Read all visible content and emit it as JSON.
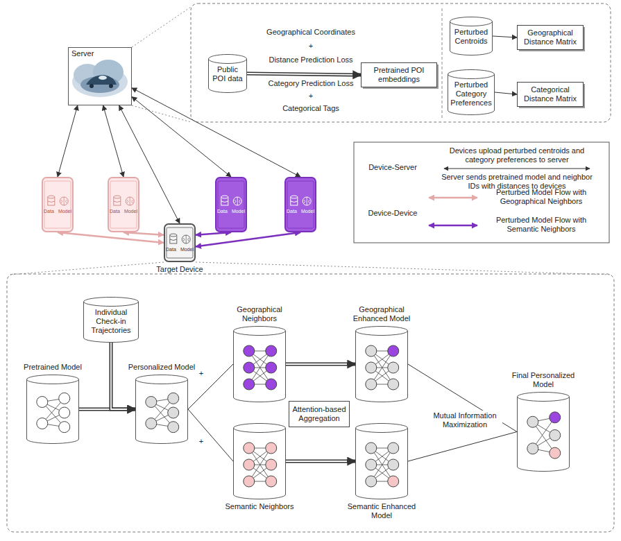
{
  "diagram": {
    "nodes": [
      {
        "text": [
          "Server"
        ]
      },
      {
        "text": [
          "Public POI data"
        ]
      },
      {
        "text": [
          "Pretrained POI embeddings"
        ]
      },
      {
        "text": [
          "Perturbed Centroids"
        ]
      },
      {
        "text": [
          "Geographical Distance Matrix"
        ]
      },
      {
        "text": [
          "Perturbed Category Preferences"
        ]
      },
      {
        "text": [
          "Categorical Distance Matrix"
        ]
      },
      {
        "text": [
          "Data",
          "Model"
        ]
      },
      {
        "text": [
          "Data",
          "Model"
        ]
      },
      {
        "text": [
          "Data",
          "Model"
        ]
      },
      {
        "text": [
          "Data",
          "Model"
        ]
      },
      {
        "text": [
          "Data",
          "Model",
          "Target Device"
        ]
      },
      {
        "text": [
          "Individual Check-in Trajectories"
        ]
      },
      {
        "text": [
          "Pretrained Model"
        ]
      },
      {
        "text": [
          "Personalized Model"
        ]
      },
      {
        "text": [
          "Geographical Neighbors"
        ]
      },
      {
        "text": [
          "Attention-based Aggregation"
        ]
      },
      {
        "text": [
          "Semantic Neighbors"
        ]
      },
      {
        "text": [
          "Geographical Enhanced Model"
        ]
      },
      {
        "text": [
          "Semantic Enhanced Model"
        ]
      },
      {
        "text": [
          "Final Personalized Model"
        ]
      }
    ],
    "edges": [
      {
        "from": 1,
        "to": 2,
        "arrow": "to"
      },
      {
        "from": 3,
        "to": 4,
        "arrow": "to"
      },
      {
        "from": 5,
        "to": 6,
        "arrow": "to"
      },
      {
        "from": 0,
        "to": 7,
        "arrow": "both"
      },
      {
        "from": 0,
        "to": 8,
        "arrow": "both"
      },
      {
        "from": 0,
        "to": 11,
        "arrow": "both"
      },
      {
        "from": 0,
        "to": 9,
        "arrow": "both"
      },
      {
        "from": 0,
        "to": 10,
        "arrow": "both"
      },
      {
        "from": 7,
        "to": 11,
        "arrow": "both"
      },
      {
        "from": 8,
        "to": 11,
        "arrow": "both"
      },
      {
        "from": 9,
        "to": 11,
        "arrow": "both"
      },
      {
        "from": 10,
        "to": 11,
        "arrow": "both"
      },
      {
        "from": 13,
        "to": 14,
        "arrow": "to"
      },
      {
        "from": 12,
        "to": 14,
        "arrow": "to"
      },
      {
        "from": 14,
        "to": 15,
        "arrow": "none"
      },
      {
        "from": 14,
        "to": 17,
        "arrow": "none"
      },
      {
        "from": 15,
        "to": 18,
        "arrow": "to"
      },
      {
        "from": 17,
        "to": 19,
        "arrow": "to"
      },
      {
        "from": 18,
        "to": 20,
        "arrow": "none"
      },
      {
        "from": 19,
        "to": 20,
        "arrow": "none"
      }
    ],
    "labels": [
      "Geographical Coordinates",
      "+",
      "Distance Prediction Loss",
      "Category Prediction Loss",
      "+",
      "Categorical Tags",
      "Device-Server",
      "Devices upload perturbed centroids and category preferences to server",
      "Server sends pretrained model and neighbor IDs with distances to devices",
      "Device-Device",
      "+",
      "+",
      "Mutual Information Maximization"
    ],
    "legend": [
      {
        "text": "Perturbed Model Flow with Geographical Neighbors"
      },
      {
        "text": "Perturbed Model Flow with Semantic Neighbors"
      }
    ]
  }
}
